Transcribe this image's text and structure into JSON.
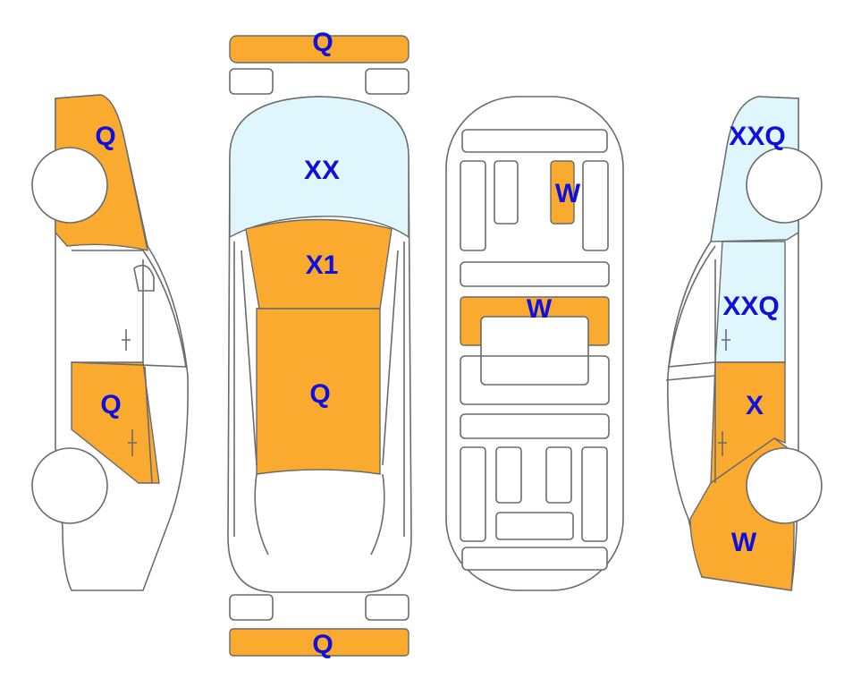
{
  "colors": {
    "damage_orange": "#FBAA30",
    "damage_blue": "#DFF6FC",
    "label": "#1010DD",
    "outline": "#6b6b6b"
  },
  "views": {
    "left_side": {
      "front_label": "Q",
      "door_label": "Q"
    },
    "top": {
      "front_bumper_label": "Q",
      "hood_label": "XX",
      "windshield_label": "X1",
      "roof_label": "Q",
      "rear_bumper_label": "Q"
    },
    "underside": {
      "panel_label": "W",
      "floor_label": "W"
    },
    "right_side": {
      "rear_quarter_label": "XXQ",
      "rear_door_label": "XXQ",
      "front_door_label": "X",
      "front_label": "W"
    }
  }
}
